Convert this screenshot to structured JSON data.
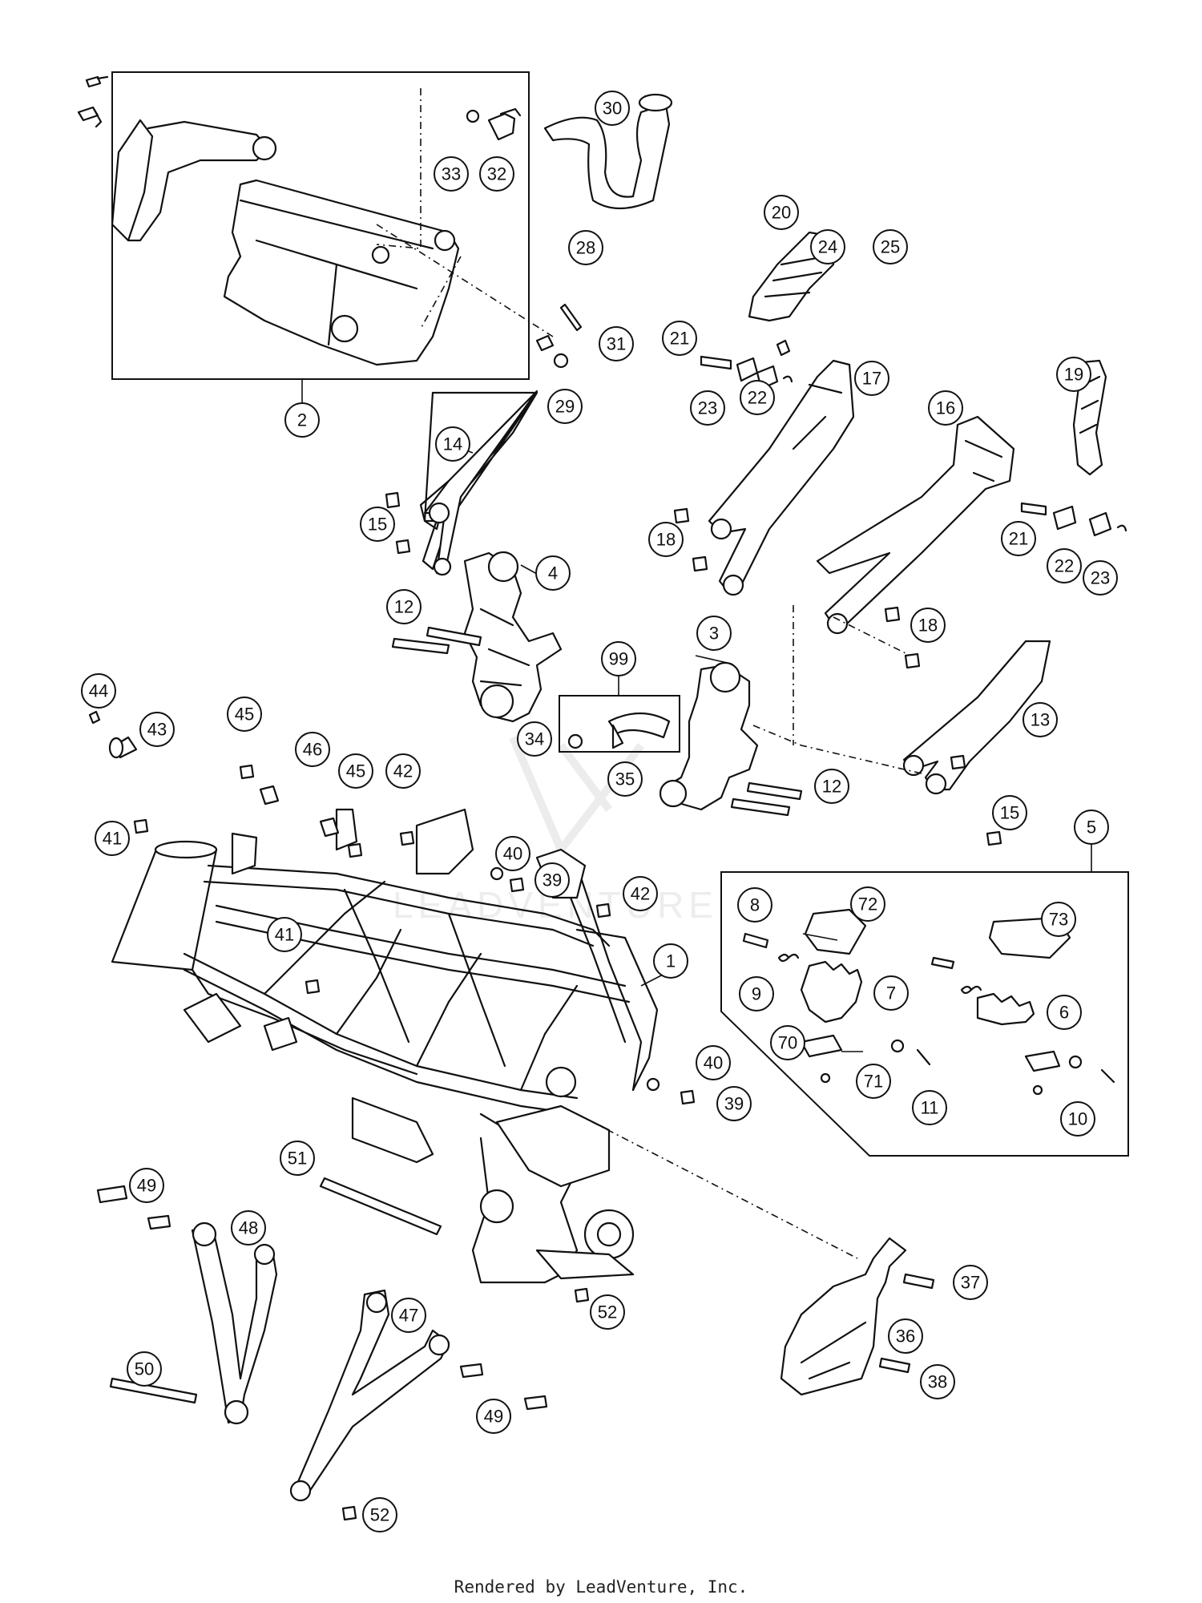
{
  "footer": "Rendered by LeadVenture, Inc.",
  "callouts": [
    "1",
    "2",
    "3",
    "4",
    "5",
    "6",
    "7",
    "8",
    "9",
    "10",
    "11",
    "12",
    "13",
    "14",
    "15",
    "16",
    "17",
    "18",
    "19",
    "20",
    "21",
    "22",
    "23",
    "24",
    "25",
    "28",
    "29",
    "30",
    "31",
    "32",
    "33",
    "34",
    "35",
    "36",
    "37",
    "38",
    "39",
    "40",
    "41",
    "42",
    "43",
    "44",
    "45",
    "46",
    "47",
    "48",
    "49",
    "50",
    "51",
    "52",
    "70",
    "71",
    "72",
    "73",
    "99"
  ]
}
